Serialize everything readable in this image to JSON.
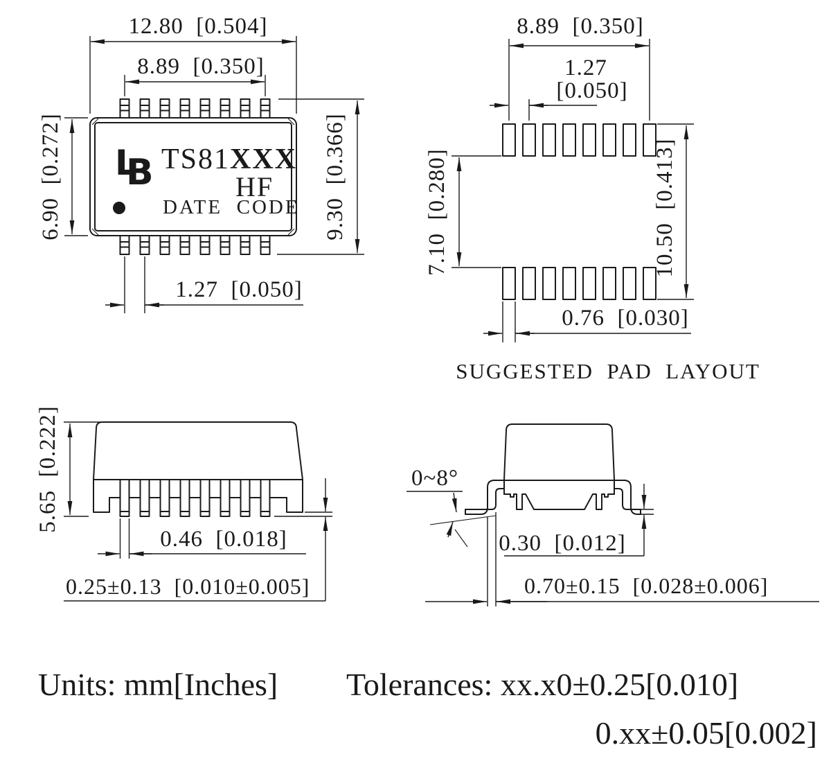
{
  "drawing": {
    "ink_color": "#1a1a1a",
    "background_color": "#ffffff",
    "top_view": {
      "logo_l": "L",
      "logo_b": "B",
      "marking_prefix": "TS81",
      "marking_suffix": "XXX",
      "marking_line2": "HF",
      "marking_line3": "DATE  CODE",
      "dim_overall_width": "12.80  [0.504]",
      "dim_pin_span": "8.89  [0.350]",
      "dim_body_height": "6.90  [0.272]",
      "dim_overall_height": "9.30  [0.366]",
      "dim_pin_pitch": "1.27  [0.050]"
    },
    "pad_layout": {
      "caption": "SUGGESTED  PAD  LAYOUT",
      "dim_pad_span": "8.89  [0.350]",
      "dim_pad_pitch_mm": "1.27",
      "dim_pad_pitch_in": "[0.050]",
      "dim_inner_gap": "7.10  [0.280]",
      "dim_outer_span": "10.50  [0.413]",
      "dim_pad_width": "0.76  [0.030]"
    },
    "side_view": {
      "dim_height": "5.65  [0.222]",
      "dim_lead_width": "0.46  [0.018]",
      "dim_standoff": "0.25±0.13  [0.010±0.005]"
    },
    "end_view": {
      "dim_lead_angle": "0~8°",
      "dim_lead_thickness": "0.30  [0.012]",
      "dim_foot_width": "0.70±0.15  [0.028±0.006]"
    },
    "footer": {
      "units": "Units: mm[Inches]",
      "tolerances_line1": "Tolerances: xx.x0±0.25[0.010]",
      "tolerances_line2": "0.xx±0.05[0.002]"
    }
  }
}
